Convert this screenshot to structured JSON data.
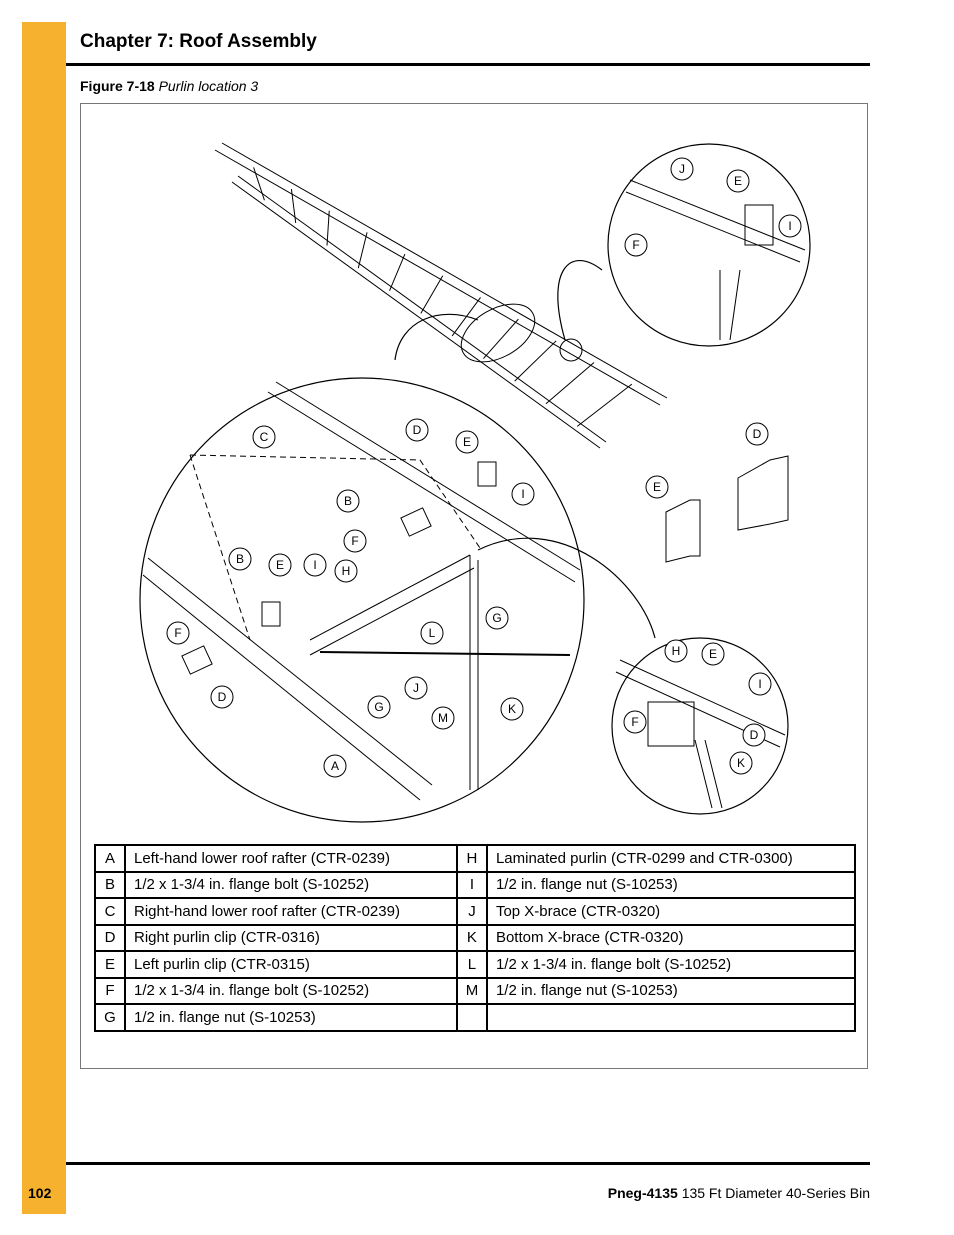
{
  "header": {
    "chapter_title": "Chapter 7: Roof Assembly"
  },
  "figure": {
    "label": "Figure 7-18",
    "title": "Purlin location 3",
    "callout_letters": [
      "A",
      "B",
      "C",
      "D",
      "E",
      "F",
      "G",
      "H",
      "I",
      "J",
      "K",
      "L",
      "M"
    ]
  },
  "legend": {
    "rows": [
      {
        "k1": "A",
        "v1": "Left-hand lower roof rafter (CTR-0239)",
        "k2": "H",
        "v2": "Laminated purlin (CTR-0299 and CTR-0300)"
      },
      {
        "k1": "B",
        "v1": "1/2 x 1-3/4 in. flange bolt (S-10252)",
        "k2": "I",
        "v2": "1/2 in. flange nut (S-10253)"
      },
      {
        "k1": "C",
        "v1": "Right-hand lower roof rafter (CTR-0239)",
        "k2": "J",
        "v2": "Top X-brace (CTR-0320)"
      },
      {
        "k1": "D",
        "v1": "Right purlin clip (CTR-0316)",
        "k2": "K",
        "v2": "Bottom X-brace (CTR-0320)"
      },
      {
        "k1": "E",
        "v1": "Left purlin clip (CTR-0315)",
        "k2": "L",
        "v2": "1/2 x 1-3/4 in. flange bolt (S-10252)"
      },
      {
        "k1": "F",
        "v1": "1/2 x 1-3/4 in. flange bolt (S-10252)",
        "k2": "M",
        "v2": "1/2 in. flange nut (S-10253)"
      },
      {
        "k1": "G",
        "v1": "1/2 in. flange nut (S-10253)",
        "k2": "",
        "v2": ""
      }
    ]
  },
  "footer": {
    "page_number": "102",
    "doc_code": "Pneg-4135",
    "doc_title": "135 Ft Diameter 40-Series Bin"
  },
  "colors": {
    "accent": "#f6b22e",
    "rule": "#000000"
  }
}
